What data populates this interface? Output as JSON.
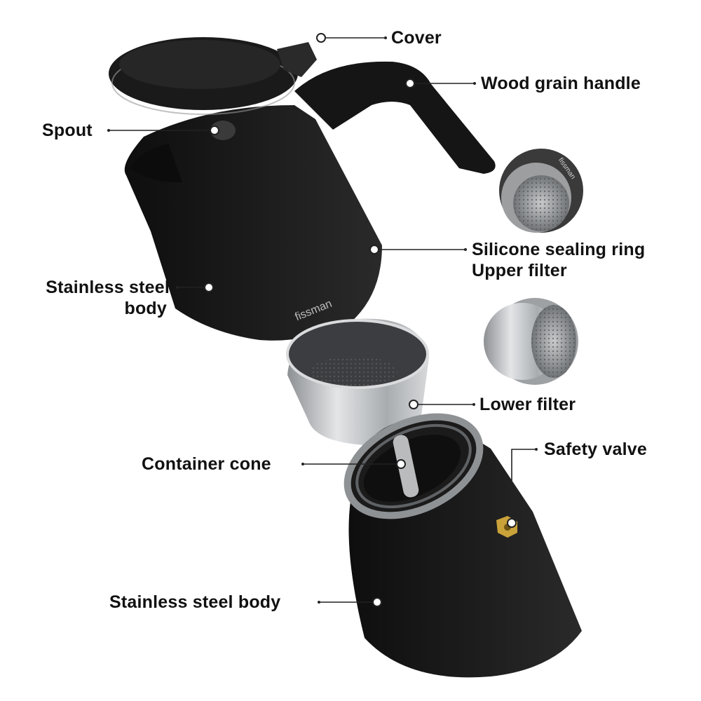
{
  "diagram": {
    "subject": "Moka pot exploded view",
    "brand_mark": "fissman",
    "colors": {
      "background": "#ffffff",
      "body_black": "#161616",
      "steel": "#b9bcbf",
      "brass": "#c9a23a",
      "label_text": "#111111",
      "leader_line": "#222222"
    },
    "labels": {
      "cover": "Cover",
      "handle": "Wood grain handle",
      "spout": "Spout",
      "sealing_ring": "Silicone sealing ring",
      "upper_filter": "Upper filter",
      "upper_body_line1": "Stainless steel",
      "upper_body_line2": "body",
      "lower_filter": "Lower filter",
      "safety_valve": "Safety valve",
      "container_cone": "Container cone",
      "lower_body": "Stainless steel body"
    }
  }
}
